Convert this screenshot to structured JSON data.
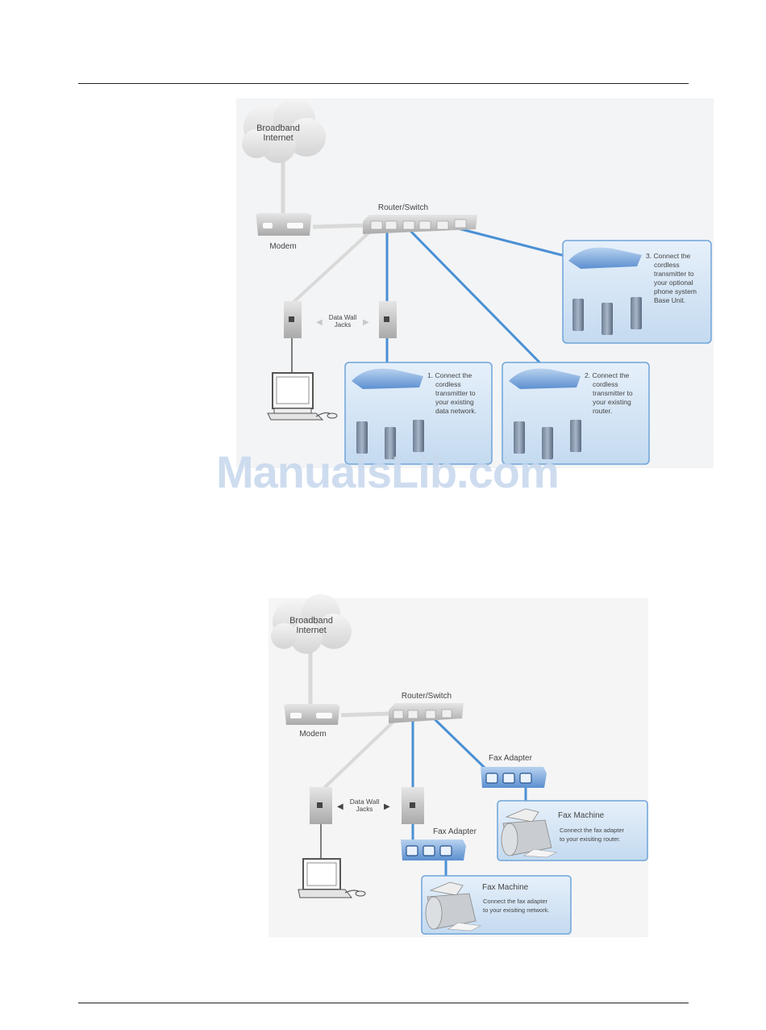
{
  "diagram1": {
    "cloud": [
      "Broadband",
      "Internet"
    ],
    "modem": "Modem",
    "router": "Router/Switch",
    "jacks": [
      "Data Wall",
      "Jacks"
    ],
    "box1": [
      "1. Connect the",
      "cordless",
      "transmitter to",
      "your existing",
      "data network."
    ],
    "box2": [
      "2. Connect the",
      "cordless",
      "transmitter to",
      "your existing",
      "router."
    ],
    "box3": [
      "3. Connect the",
      "cordless",
      "transmitter to",
      "your optional",
      "phone system",
      "Base Unit."
    ]
  },
  "diagram2": {
    "cloud": [
      "Broadband",
      "Internet"
    ],
    "modem": "Modem",
    "router": "Router/Switch",
    "jacks": [
      "Data Wall",
      "Jacks"
    ],
    "fax_adapter_top": "Fax Adapter",
    "fax_adapter_bottom": "Fax Adapter",
    "fax_machine_right": {
      "title": "Fax Machine",
      "lines": [
        "Connect the fax adapter",
        "to your exisiting router."
      ]
    },
    "fax_machine_bottom": {
      "title": "Fax Machine",
      "lines": [
        "Connect the fax adapter",
        "to your exisiting network."
      ]
    }
  },
  "watermark": "ManualsLib.com"
}
